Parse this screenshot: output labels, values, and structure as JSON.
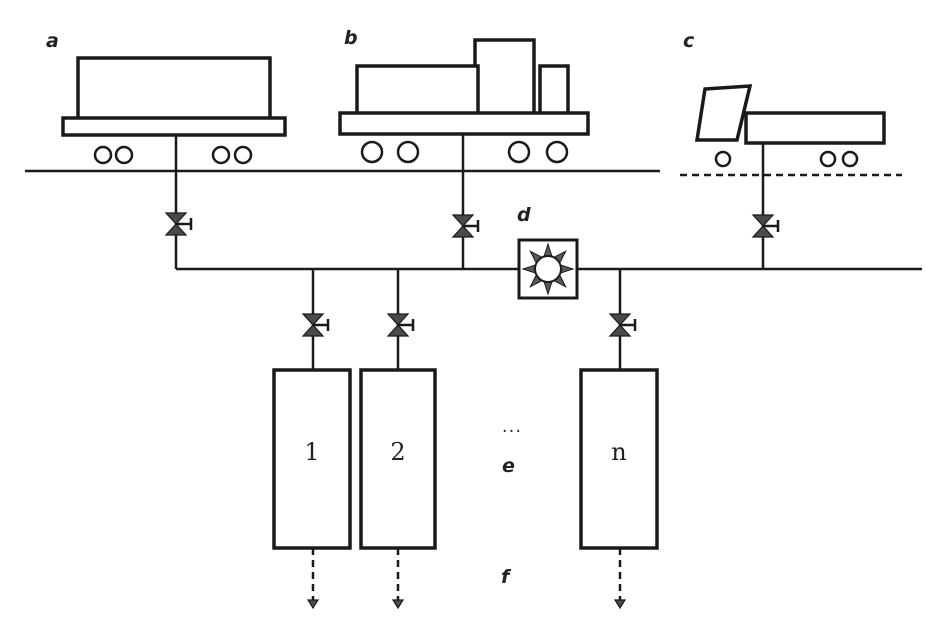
{
  "labels": {
    "railcar_a": "a",
    "railcar_b": "b",
    "truck_c": "c",
    "pump_d": "d",
    "tanks_e": "e",
    "outlets_f": "f"
  },
  "tanks": [
    {
      "label": "1"
    },
    {
      "label": "2"
    },
    {
      "label": "n"
    }
  ],
  "tank_gap": "..."
}
